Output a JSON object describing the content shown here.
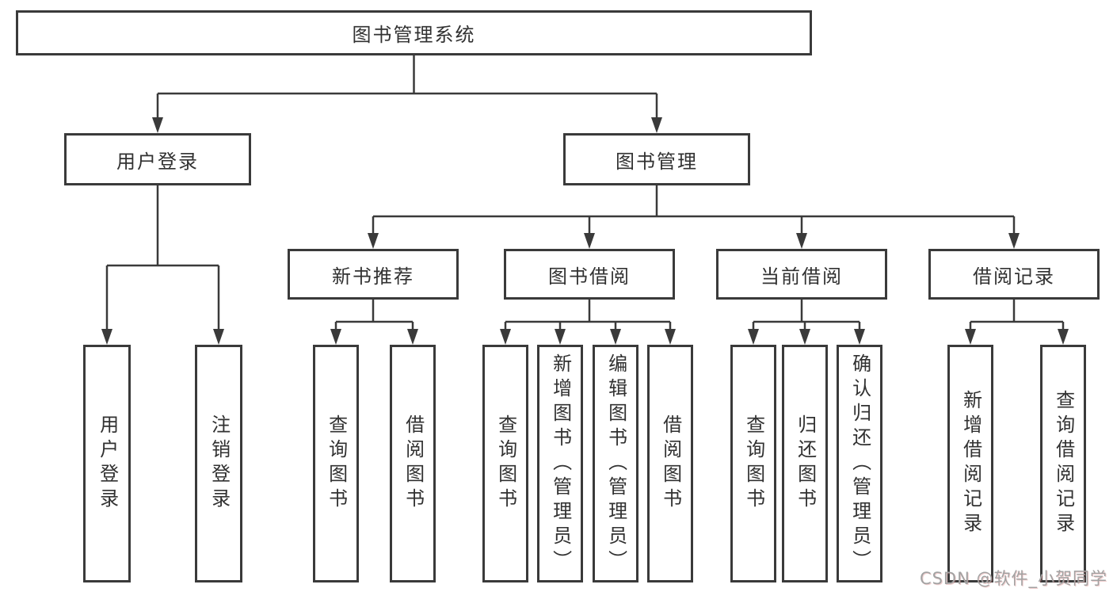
{
  "title": "图书管理系统",
  "watermark": "CSDN @软件_小贺同学",
  "level2": [
    {
      "label": "用户登录",
      "leaves": [
        "用户登录",
        "注销登录"
      ]
    },
    {
      "label": "图书管理"
    }
  ],
  "level3": [
    {
      "label": "新书推荐",
      "leaves": [
        "查询图书",
        "借阅图书"
      ]
    },
    {
      "label": "图书借阅",
      "leaves": [
        "查询图书",
        "新增图书（管理员）",
        "编辑图书（管理员）",
        "借阅图书"
      ]
    },
    {
      "label": "当前借阅",
      "leaves": [
        "查询图书",
        "归还图书",
        "确认归还（管理员）"
      ]
    },
    {
      "label": "借阅记录",
      "leaves": [
        "新增借阅记录",
        "查询借阅记录"
      ]
    }
  ],
  "colors": {
    "line": "#3a3a3a",
    "text": "#313131",
    "background": "#ffffff",
    "watermark": "#a2a2a2"
  }
}
